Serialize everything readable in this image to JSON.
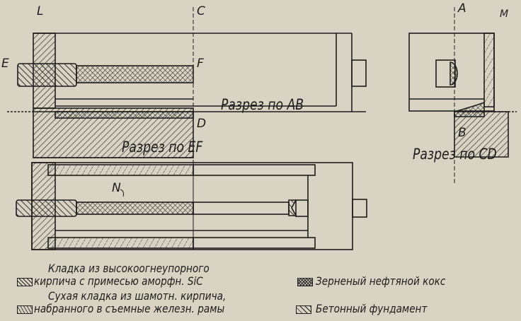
{
  "labels": {
    "section_ab": "Разрез по AB",
    "section_ef": "Разрез по EF",
    "section_cd": "Разрез по CD",
    "points": {
      "L": "L",
      "C": "C",
      "A": "A",
      "M": "M",
      "E": "E",
      "F": "F",
      "D": "D",
      "B": "B",
      "N": "N"
    }
  },
  "legend": [
    {
      "pattern": "diagonal-hatch",
      "line1": "Кладка из высокоогнеупорного",
      "line2": "кирпича с примесью аморфн. SiC"
    },
    {
      "pattern": "cross-hatch",
      "line1": "Зерненый нефтяной кокс"
    },
    {
      "pattern": "dotted-hatch",
      "line1": "Сухая кладка из шамотн. кирпича,",
      "line2": "набранного в съемные железн. рамы"
    },
    {
      "pattern": "concrete-hatch",
      "line1": "Бетонный фундамент"
    }
  ],
  "colors": {
    "paper": "#d8d3c3",
    "ink": "#1d1d1d"
  }
}
